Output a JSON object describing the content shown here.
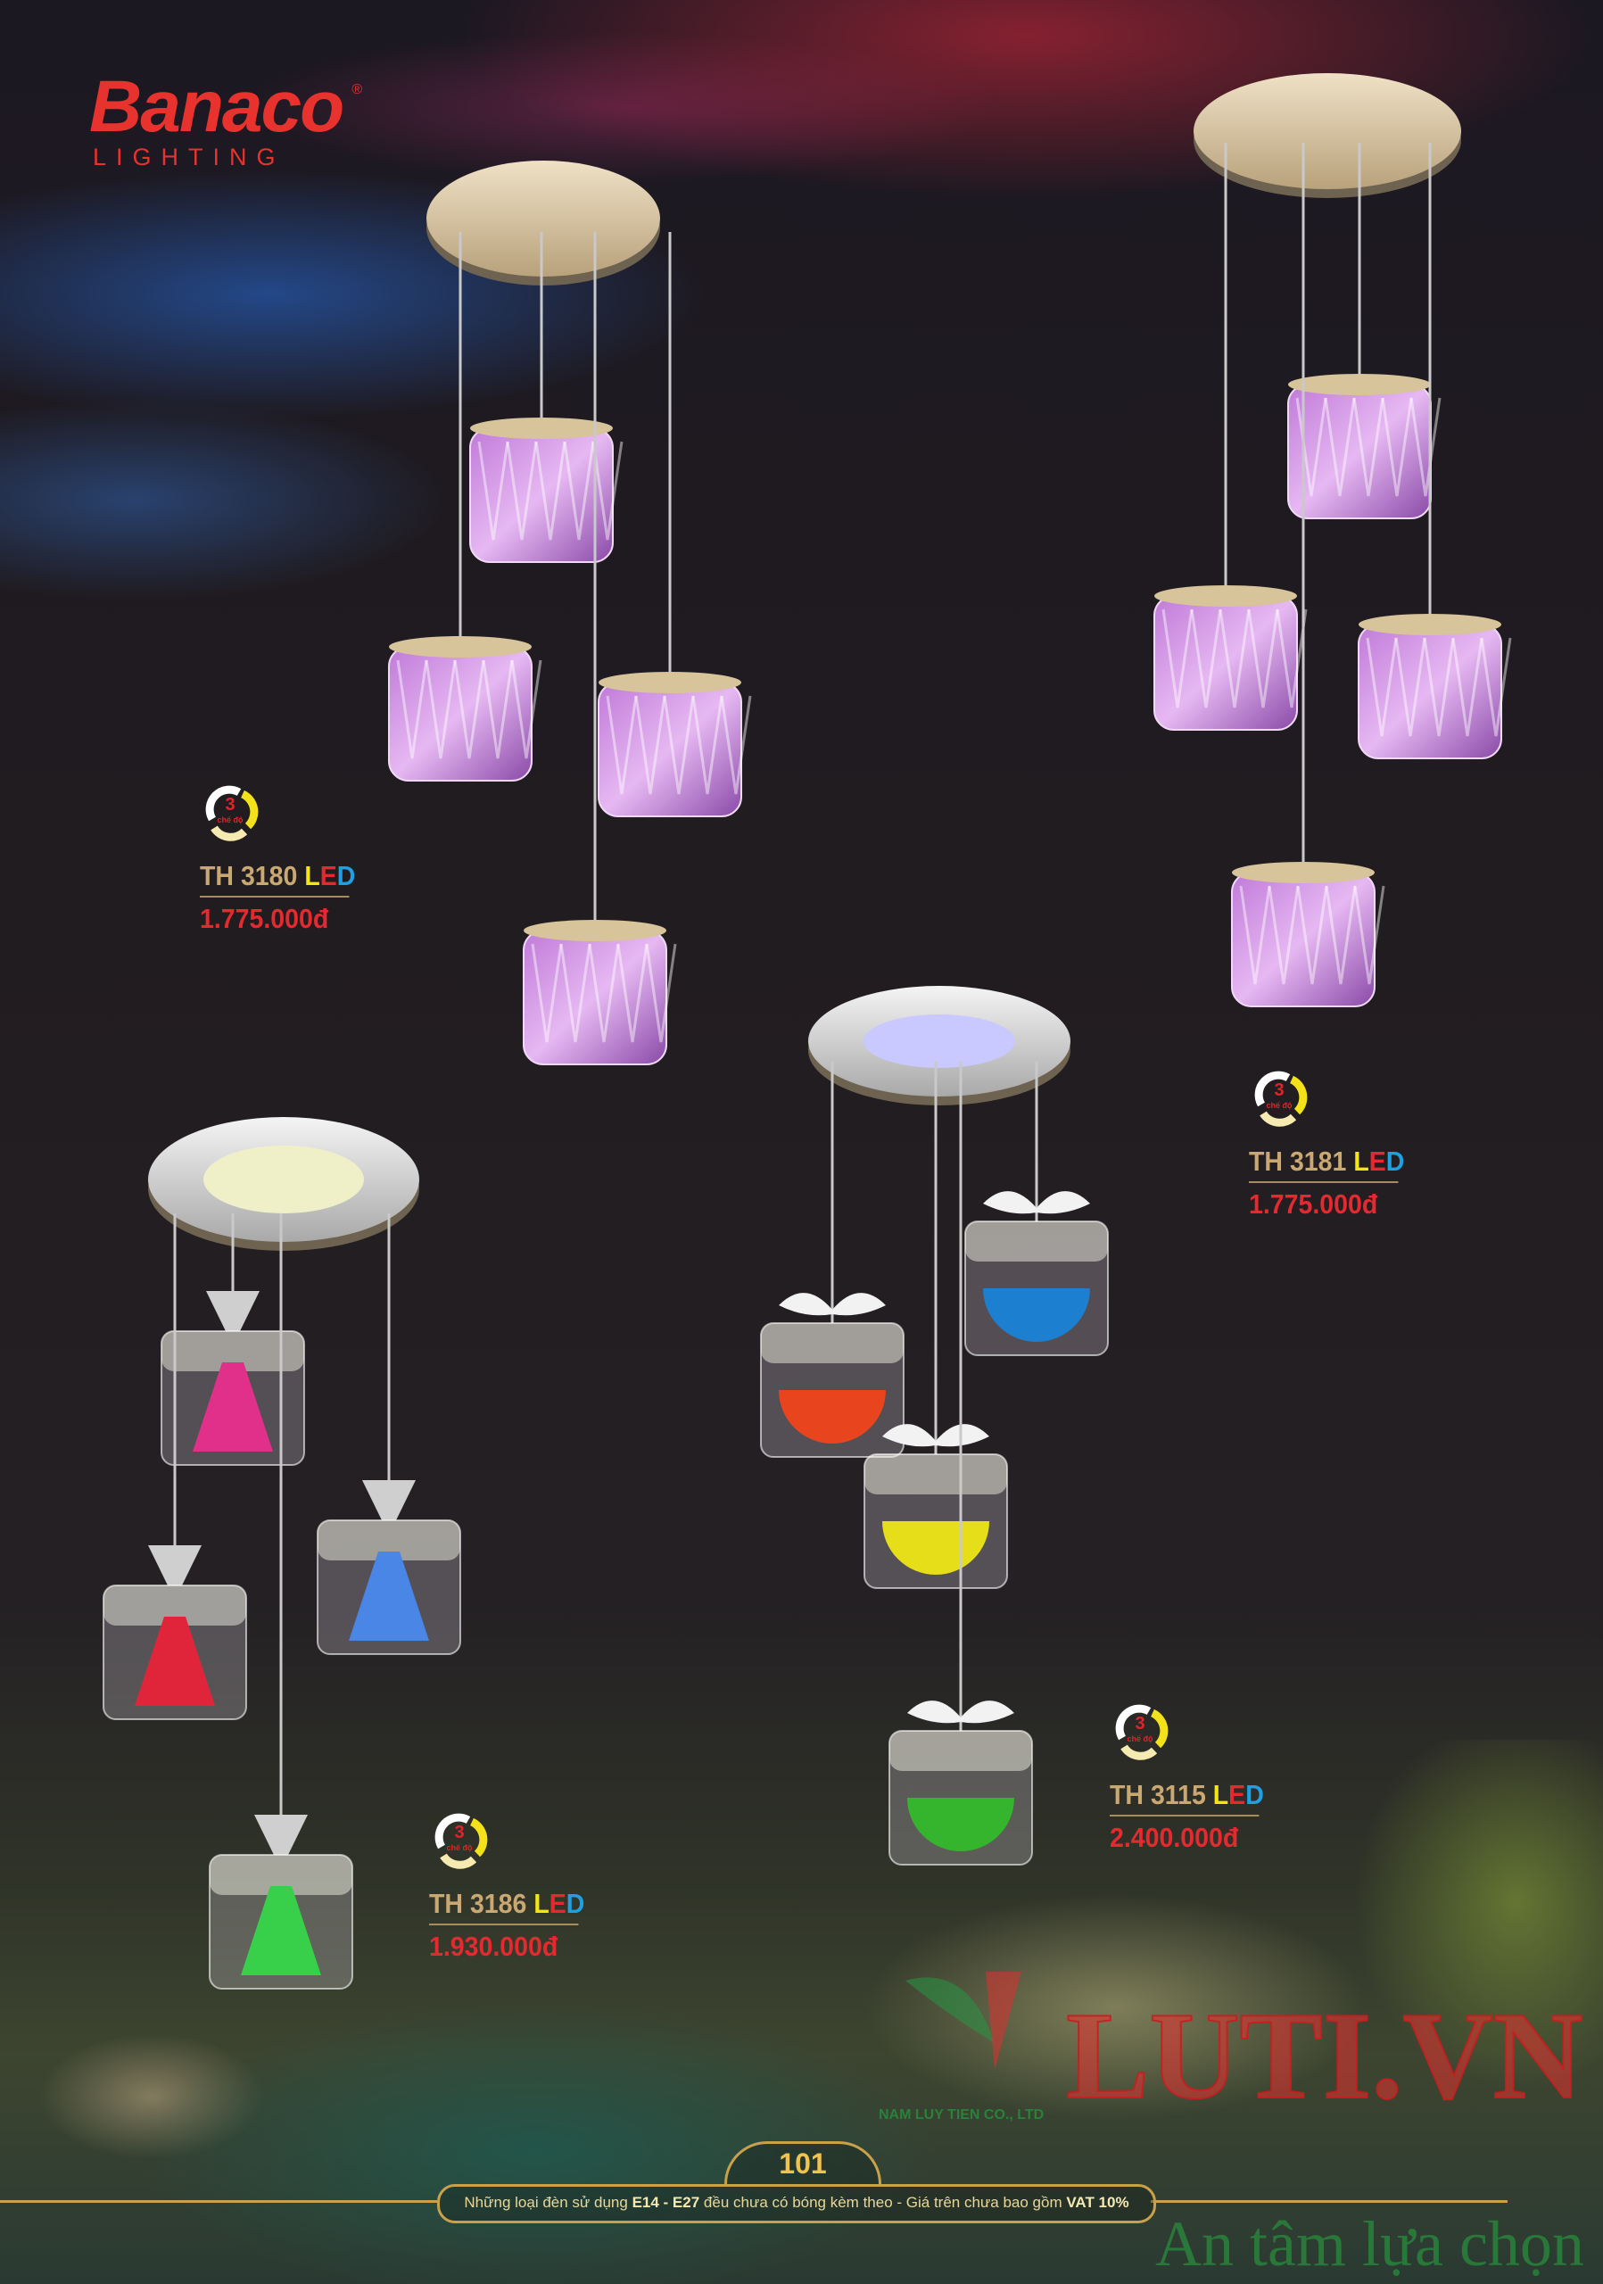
{
  "brand": {
    "name": "Banaco",
    "subtitle": "LIGHTING",
    "registered": "®"
  },
  "products": [
    {
      "model": "TH 3180",
      "led": [
        "L",
        "E",
        "D"
      ],
      "price": "1.775.000đ",
      "modes_number": "3",
      "modes_label": "chế độ"
    },
    {
      "model": "TH 3181",
      "led": [
        "L",
        "E",
        "D"
      ],
      "price": "1.775.000đ",
      "modes_number": "3",
      "modes_label": "chế độ"
    },
    {
      "model": "TH 3186",
      "led": [
        "L",
        "E",
        "D"
      ],
      "price": "1.930.000đ",
      "modes_number": "3",
      "modes_label": "chế độ"
    },
    {
      "model": "TH 3115",
      "led": [
        "L",
        "E",
        "D"
      ],
      "price": "2.400.000đ",
      "modes_number": "3",
      "modes_label": "chế độ"
    }
  ],
  "footer": {
    "page_number": "101",
    "note_part1": "Những loại đèn sử dụng ",
    "note_bold1": "E14 - E27",
    "note_part2": " đều chưa có bóng kèm theo - Giá trên chưa bao gồm ",
    "note_bold2": "VAT 10%"
  },
  "watermark": {
    "site": "LUTI.VN",
    "slogan": "An tâm lựa chọn",
    "company": "NAM LUY TIEN CO., LTD"
  },
  "colors": {
    "brand_red": "#e8322e",
    "model_gold": "#c9a872",
    "price_red": "#e42a2f",
    "led_yellow": "#f5e512",
    "led_red": "#e42a2f",
    "led_blue": "#1da1e2",
    "footer_gold": "#c9a14a"
  }
}
